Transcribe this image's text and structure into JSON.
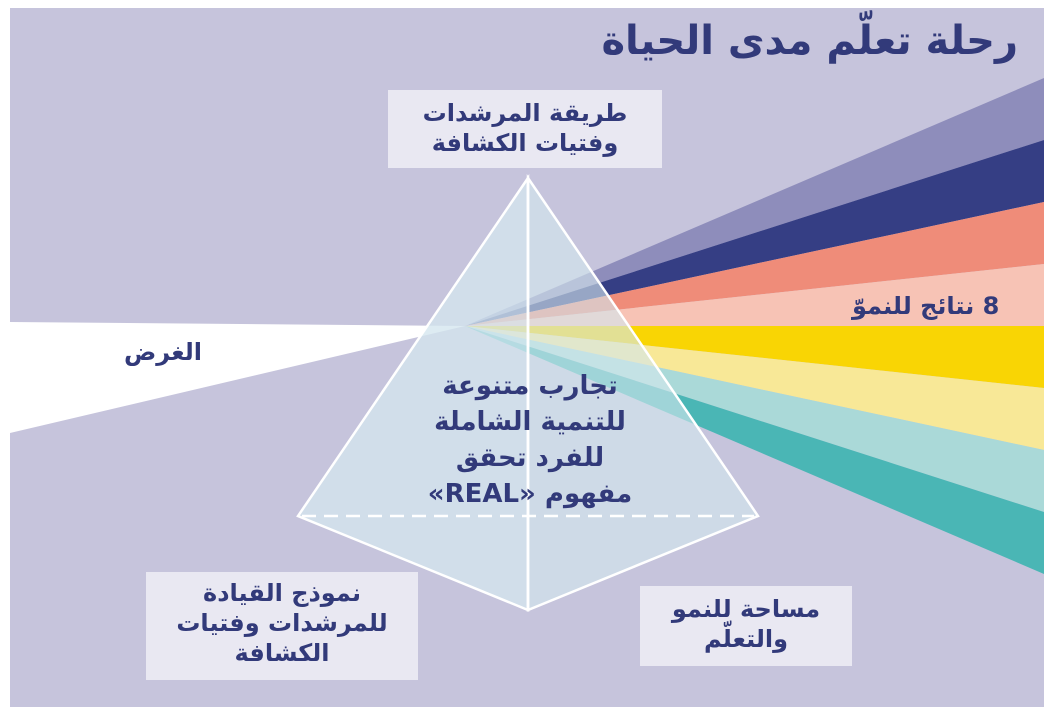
{
  "title": "رحلة تعلّم مدى الحياة",
  "top_label": [
    "طريقة المرشدات",
    "وفتيات الكشافة"
  ],
  "input_label": "الغرض",
  "output_label": "8 نتائج للنموّ",
  "center_text": [
    "تجارب متنوعة",
    "للتنمية الشاملة",
    "للفرد تحقق",
    "مفهوم «REAL»"
  ],
  "bottom_left_label": [
    "نموذج القيادة",
    "للمرشدات وفتيات",
    "الكشافة"
  ],
  "bottom_right_label": [
    "مساحة للنمو",
    "والتعلّم"
  ],
  "colors": {
    "background": "#c6c4dc",
    "text": "#323a7a",
    "label_box": "#e9e8f2",
    "pyramid": "#d4e6ee",
    "beam_in": "#ffffff",
    "rays": [
      "#8e8dbb",
      "#353e84",
      "#ef8c79",
      "#f7c3b5",
      "#f9d504",
      "#f8e897",
      "#aad9d8",
      "#4ab6b5"
    ]
  }
}
